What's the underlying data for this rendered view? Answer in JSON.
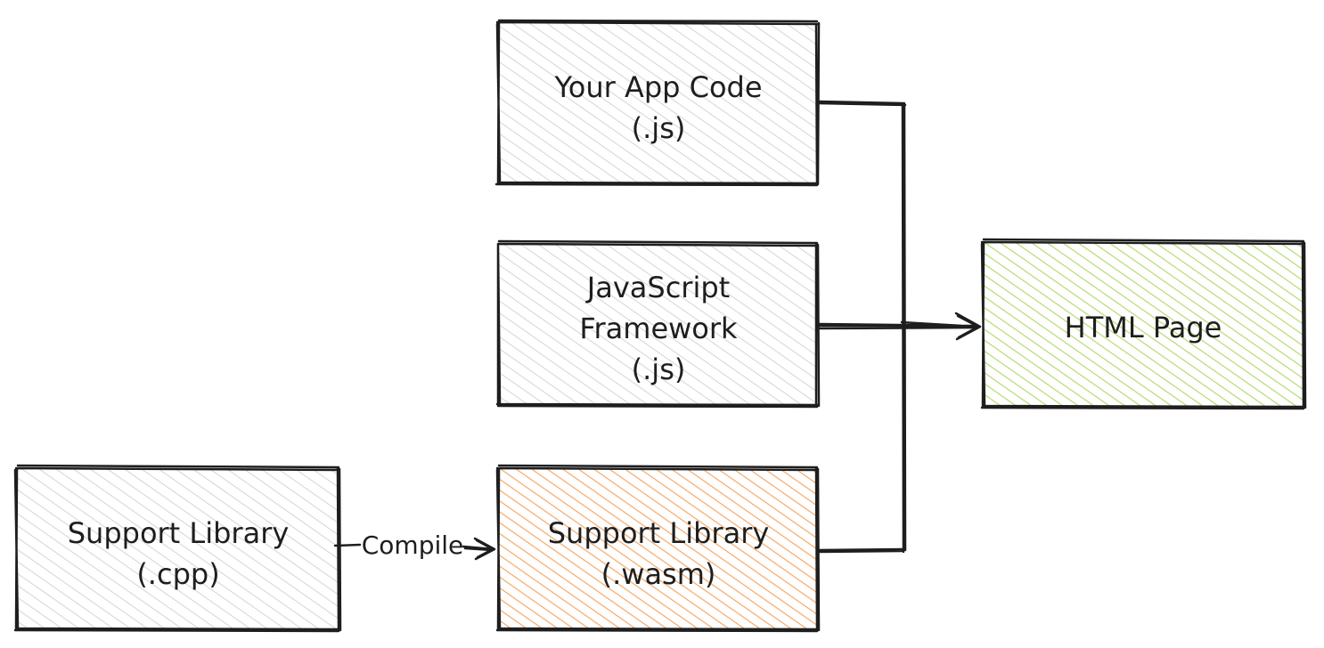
{
  "nodes": {
    "app_code": {
      "lines": [
        "Your App Code",
        "(.js)"
      ],
      "fill": "#d0d0d0"
    },
    "framework": {
      "lines": [
        "JavaScript",
        "Framework",
        "(.js)"
      ],
      "fill": "#d0d0d0"
    },
    "support_wasm": {
      "lines": [
        "Support Library",
        "(.wasm)"
      ],
      "fill": "#f7b27a"
    },
    "support_cpp": {
      "lines": [
        "Support Library",
        "(.cpp)"
      ],
      "fill": "#d0d0d0"
    },
    "html_page": {
      "lines": [
        "HTML Page"
      ],
      "fill": "#b6e07a"
    }
  },
  "edges": {
    "compile_label": "Compile"
  },
  "colors": {
    "stroke": "#1e1e1e",
    "gray_hatch": "#d0d0d0",
    "orange_hatch": "#f7b27a",
    "green_hatch": "#b6e07a"
  }
}
